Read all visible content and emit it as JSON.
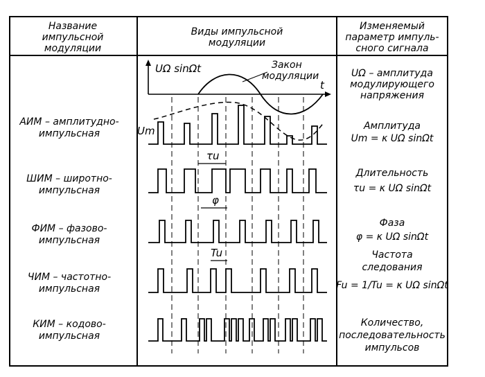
{
  "headers": {
    "col1": [
      "Название",
      "импульсной",
      "модуляции"
    ],
    "col2": [
      "Виды импульсной",
      "модуляции"
    ],
    "col3": [
      "Изменяемый",
      "параметр импуль-",
      "сного сигнала"
    ]
  },
  "top_signal": {
    "label": "UΩ sinΩt",
    "law": [
      "Закон",
      "модуляции"
    ],
    "t_label": "t"
  },
  "rows": [
    {
      "id": "aim",
      "name": [
        "АИМ – амплитудно-",
        "импульсная"
      ],
      "param": [
        "Амплитуда",
        "Um = κ UΩ sinΩt"
      ],
      "marker": "Um"
    },
    {
      "id": "shim",
      "name": [
        "ШИМ – широтно-",
        "импульсная"
      ],
      "param": [
        "Длительность",
        "τu = κ UΩ sinΩt"
      ],
      "marker": "τu"
    },
    {
      "id": "fim",
      "name": [
        "ФИМ – фазово-",
        "импульсная"
      ],
      "param": [
        "Фаза",
        "φ = κ UΩ sinΩt"
      ],
      "marker": "φ"
    },
    {
      "id": "chim",
      "name": [
        "ЧИМ – частотно-",
        "импульсная"
      ],
      "param": [
        "Частота",
        "следования",
        "Fu = 1/Tu = κ UΩ sinΩt"
      ],
      "marker": "Tu"
    },
    {
      "id": "kim",
      "name": [
        "КИМ – кодово-",
        "импульсная"
      ],
      "param": [
        "Количество,",
        "последовательность",
        "импульсов"
      ],
      "marker": ""
    }
  ],
  "signal_param_note": [
    "UΩ – амплитуда",
    "модулирующего",
    "напряжения"
  ]
}
